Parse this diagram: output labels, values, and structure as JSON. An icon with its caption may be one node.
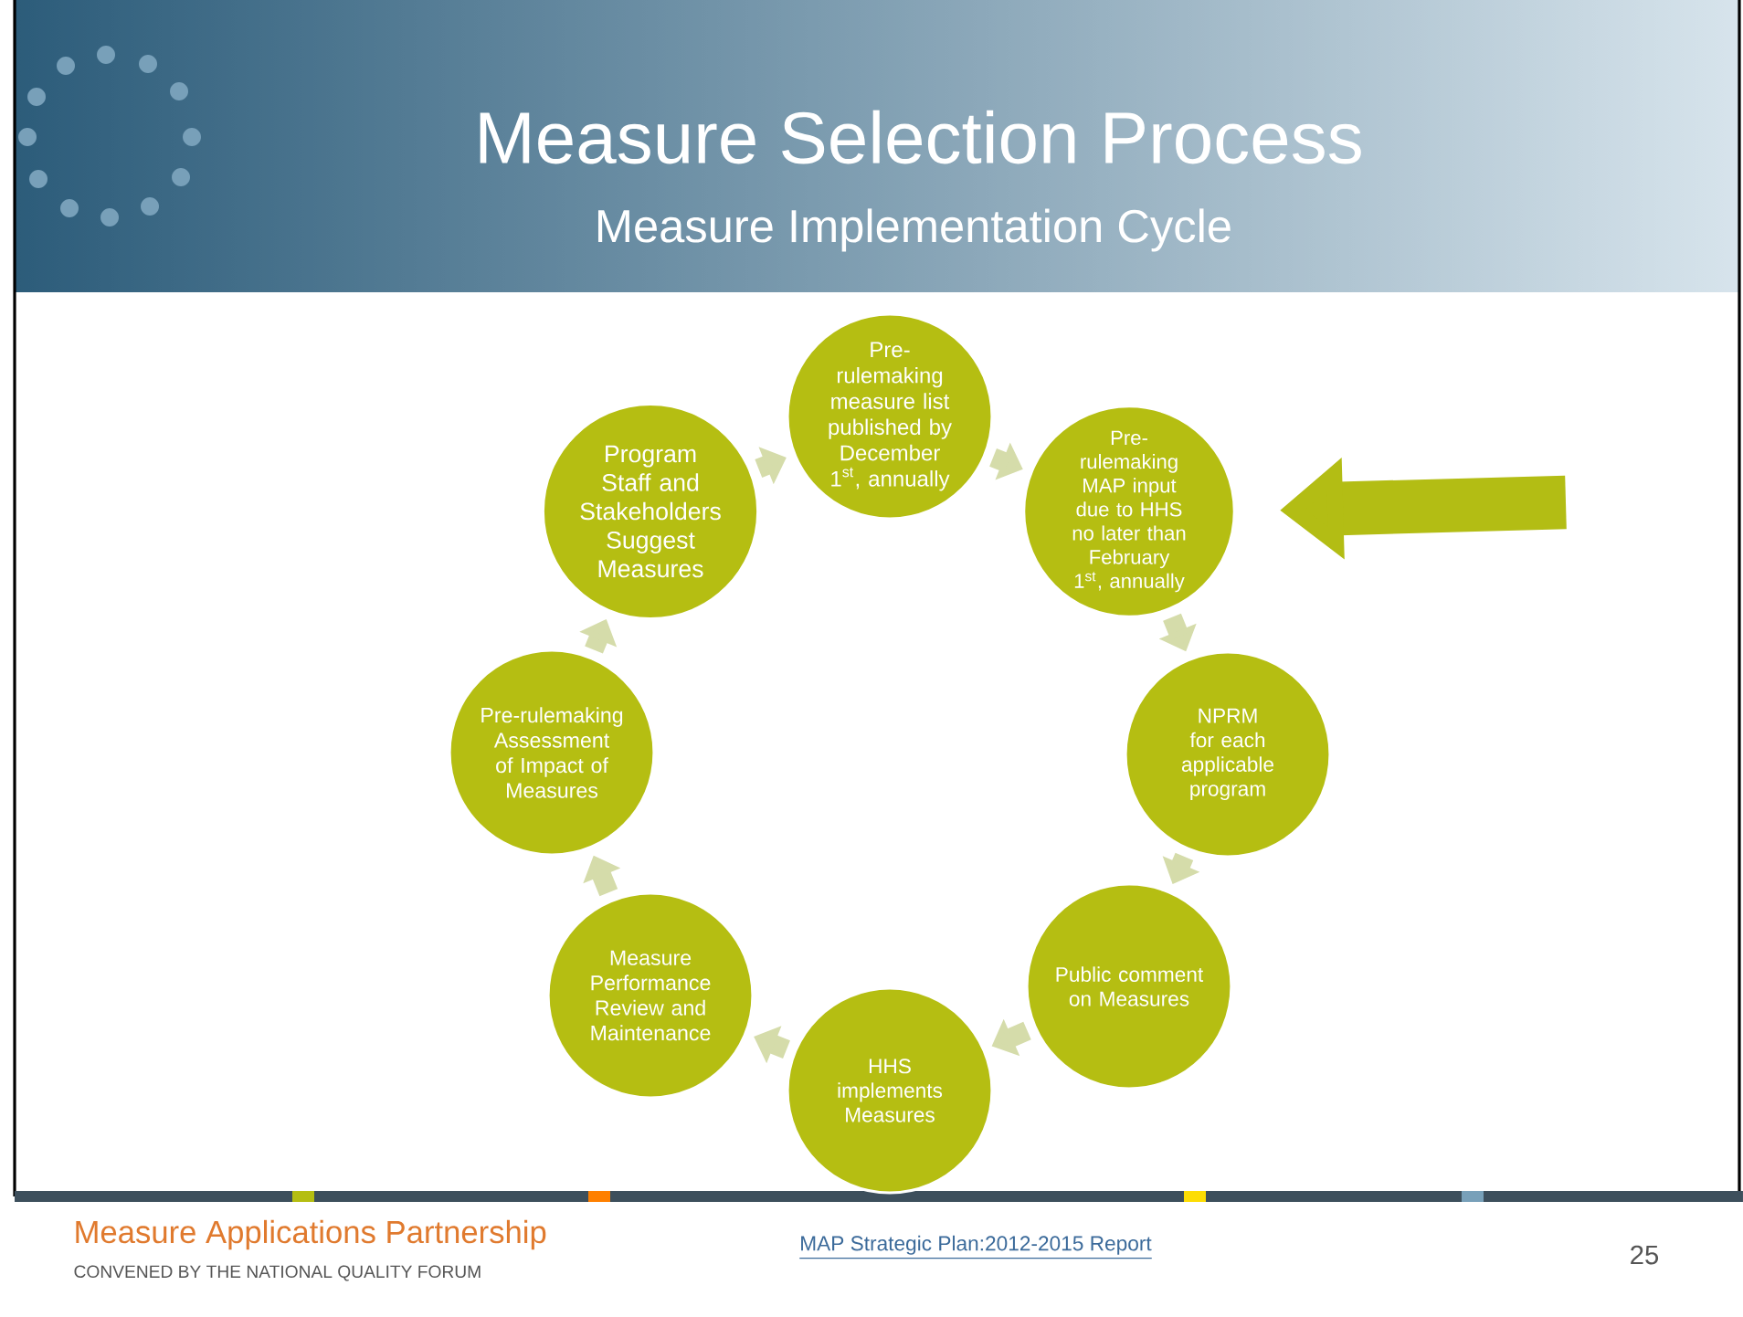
{
  "diagram": {
    "title": "Measure Selection Process",
    "nodes": [
      {
        "text": [
          "Pre-rulemaking measure list published by December 1$^{st}$, annually"
        ]
      },
      {
        "text": [
          "Pre-rulemaking MAP input due to HHS no later than February 1$^{st}$, annually"
        ]
      },
      {
        "text": [
          "NPRM for each applicable program"
        ]
      },
      {
        "text": [
          "Public comment on Measures"
        ]
      },
      {
        "text": [
          "HHS implements Measures"
        ]
      },
      {
        "text": [
          "Measure Performance Review and Maintenance"
        ]
      },
      {
        "text": [
          "Pre-rulemaking Assessment of Impact of Measures"
        ]
      },
      {
        "text": [
          "Program Staff and Stakeholders Suggest Measures"
        ]
      }
    ],
    "edges": [
      {
        "from": 7,
        "to": 0,
        "arrow": "to"
      },
      {
        "from": 0,
        "to": 1,
        "arrow": "to"
      },
      {
        "from": 1,
        "to": 2,
        "arrow": "to"
      },
      {
        "from": 2,
        "to": 3,
        "arrow": "to"
      },
      {
        "from": 3,
        "to": 4,
        "arrow": "to"
      },
      {
        "from": 4,
        "to": 5,
        "arrow": "to"
      },
      {
        "from": 5,
        "to": 6,
        "arrow": "to"
      },
      {
        "from": 6,
        "to": 7,
        "arrow": "to"
      },
      {
        "from": null,
        "to": 1,
        "arrow": "to",
        "style": "thick",
        "color": "#b3bd14"
      }
    ],
    "labels": [
      "Measure Implementation Cycle",
      "Measure Applications Partnership",
      "CONVENED BY THE NATIONAL QUALITY FORUM",
      "MAP Strategic Plan:2012-2015 Report",
      "25"
    ]
  }
}
